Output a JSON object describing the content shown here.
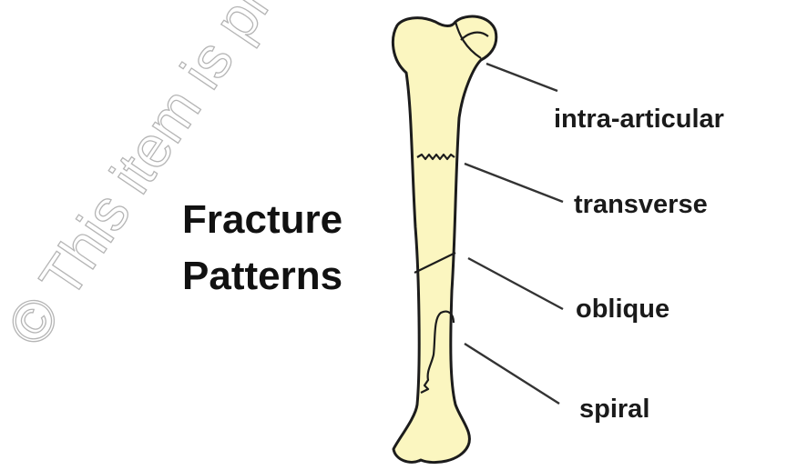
{
  "watermark": "© This item is protected",
  "title": {
    "line1": "Fracture",
    "line2": "Patterns"
  },
  "labels": {
    "intra_articular": "intra-articular",
    "transverse": "transverse",
    "oblique": "oblique",
    "spiral": "spiral"
  },
  "colors": {
    "bone_fill": "#fbf6c0",
    "outline": "#1c1c1c",
    "text": "#1a1a1a",
    "watermark": "#b5b5b5"
  }
}
